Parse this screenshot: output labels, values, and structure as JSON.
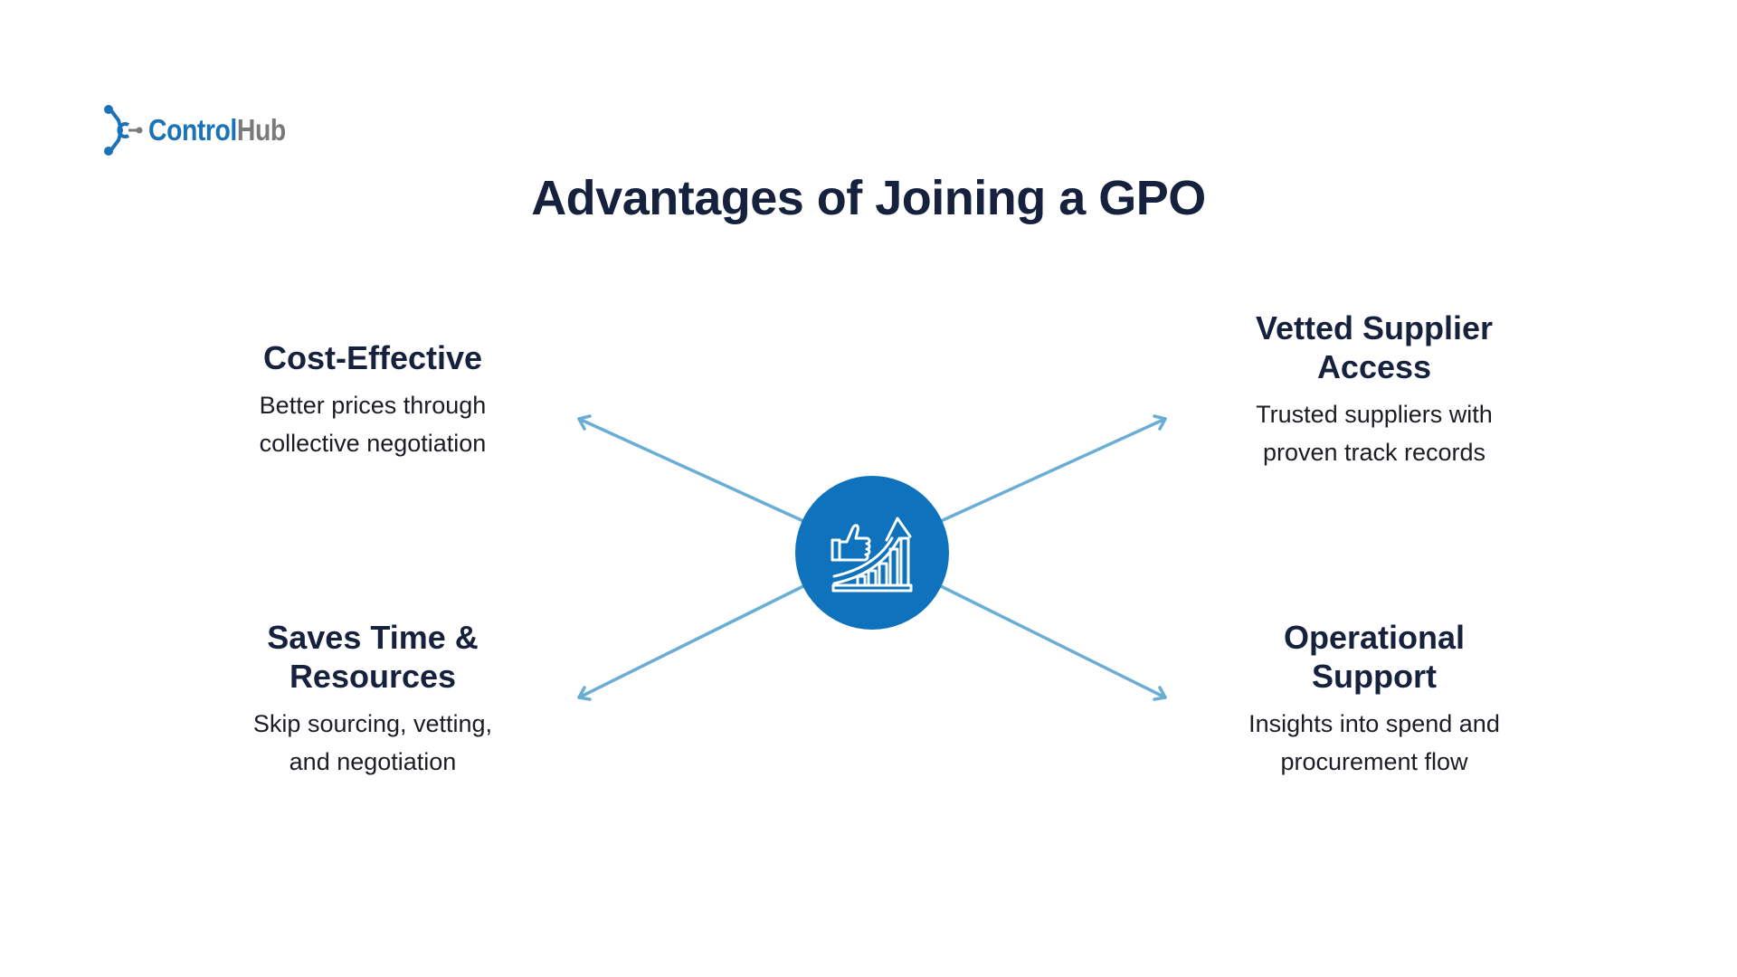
{
  "brand": {
    "logo_name_part1": "Control",
    "logo_name_part2": "Hub"
  },
  "title": "Advantages of Joining a GPO",
  "center_icon": "thumbs-up-growth-chart-icon",
  "colors": {
    "title": "#15213d",
    "circle": "#0f72bd",
    "arrows": "#6aaed6",
    "logo_primary": "#1a72b8",
    "logo_secondary": "#7a7a7a"
  },
  "advantages": [
    {
      "position": "top-left",
      "title": "Cost-Effective",
      "description_lines": [
        "Better prices through",
        "collective negotiation"
      ]
    },
    {
      "position": "top-right",
      "title_lines": [
        "Vetted Supplier",
        "Access"
      ],
      "description_lines": [
        "Trusted suppliers with",
        "proven track records"
      ]
    },
    {
      "position": "bottom-left",
      "title_lines": [
        "Saves Time &",
        "Resources"
      ],
      "description_lines": [
        "Skip sourcing, vetting,",
        "and negotiation"
      ]
    },
    {
      "position": "bottom-right",
      "title_lines": [
        "Operational",
        "Support"
      ],
      "description_lines": [
        "Insights into spend and",
        "procurement flow"
      ]
    }
  ]
}
